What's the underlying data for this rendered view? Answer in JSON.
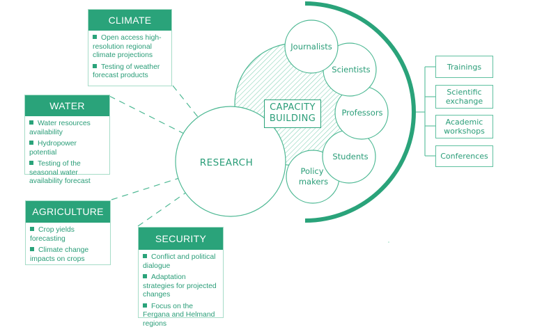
{
  "theme": {
    "accent": "#2aa37a",
    "line": "#5fc0a0",
    "border": "#a6dcc7"
  },
  "research": {
    "label": "RESEARCH"
  },
  "capacity_building": {
    "line1": "CAPACITY",
    "line2": "BUILDING"
  },
  "groups": [
    {
      "title": "Journalists"
    },
    {
      "title": "Scientists"
    },
    {
      "title": "Professors"
    },
    {
      "title": "Students"
    },
    {
      "title": "Policy",
      "title2": "makers"
    }
  ],
  "activities": [
    {
      "line1": "Trainings"
    },
    {
      "line1": "Scientific",
      "line2": "exchange"
    },
    {
      "line1": "Academic",
      "line2": "workshops"
    },
    {
      "line1": "Conferences"
    }
  ],
  "topics": {
    "climate": {
      "title": "CLIMATE",
      "items": [
        "Open access high-resolution regional climate projections",
        "Testing of weather forecast products"
      ]
    },
    "water": {
      "title": "WATER",
      "items": [
        "Water resources availability",
        "Hydropower potential",
        "Testing of the seasonal water availability forecast"
      ]
    },
    "agriculture": {
      "title": "AGRICULTURE",
      "items": [
        "Crop yields forecasting",
        "Climate change impacts on crops"
      ]
    },
    "security": {
      "title": "SECURITY",
      "items": [
        "Conflict and political dialogue",
        "Adaptation strategies for projected changes",
        "Focus on the Fergana and Helmand regions"
      ]
    }
  }
}
